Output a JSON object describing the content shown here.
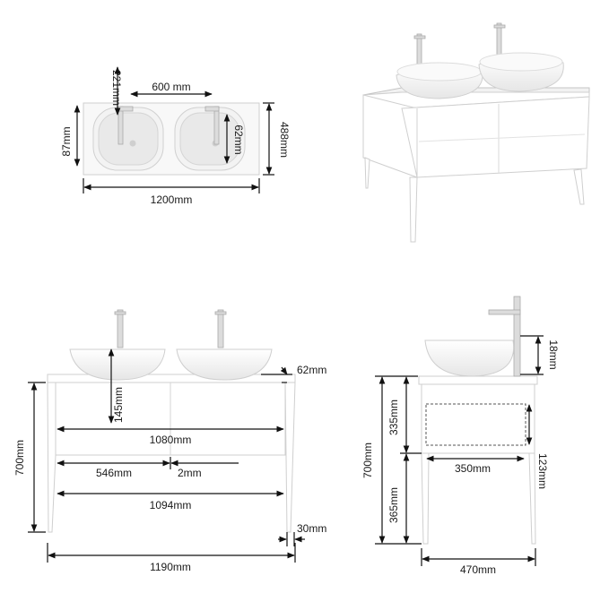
{
  "labels": {
    "top_basin_spacing": "600 mm",
    "top_tap_offset": "221mm",
    "top_left_small": "87mm",
    "top_basin_depth": "62mm",
    "top_depth": "488mm",
    "top_width": "1200mm",
    "front_top_thickness": "62mm",
    "front_basin_height": "145mm",
    "front_drawer_width": "1080mm",
    "front_left_drawer": "546mm",
    "front_gap": "2mm",
    "front_inner_width": "1094mm",
    "front_total_height": "700mm",
    "front_leg_bottom": "30mm",
    "front_total_width": "1190mm",
    "side_tap_height": "18mm",
    "side_upper_height": "335mm",
    "side_total_height": "700mm",
    "side_lower_height": "365mm",
    "side_inner_depth": "350mm",
    "side_drawer_height": "123mm",
    "side_total_depth": "470mm"
  }
}
